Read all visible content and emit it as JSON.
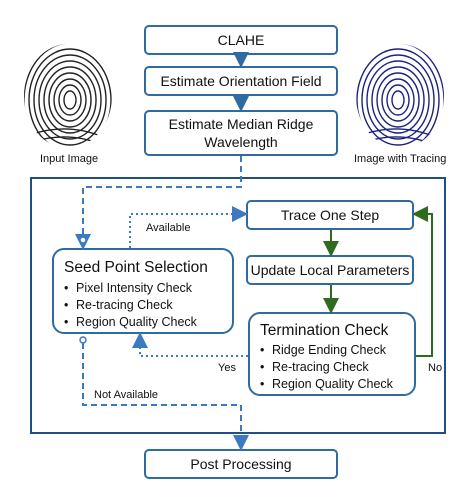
{
  "boxes": {
    "clahe": "CLAHE",
    "orientation": "Estimate Orientation Field",
    "ridge_line1": "Estimate Median Ridge",
    "ridge_line2": "Wavelength",
    "trace": "Trace One Step",
    "update": "Update Local Parameters",
    "post": "Post Processing"
  },
  "seed": {
    "title": "Seed Point Selection",
    "checks": [
      "Pixel Intensity Check",
      "Re-tracing Check",
      "Region Quality Check"
    ]
  },
  "termination": {
    "title": "Termination Check",
    "checks": [
      "Ridge Ending Check",
      "Re-tracing Check",
      "Region Quality Check"
    ]
  },
  "captions": {
    "input": "Input Image",
    "traced": "Image with Tracing"
  },
  "edge_labels": {
    "available": "Available",
    "not_available": "Not Available",
    "yes": "Yes",
    "no": "No"
  },
  "colors": {
    "box_border": "#2f6aa0",
    "dashed_flow": "#3b7ac0",
    "loop_flow": "#2e6b1e",
    "tracing_ink": "#1a237e"
  }
}
